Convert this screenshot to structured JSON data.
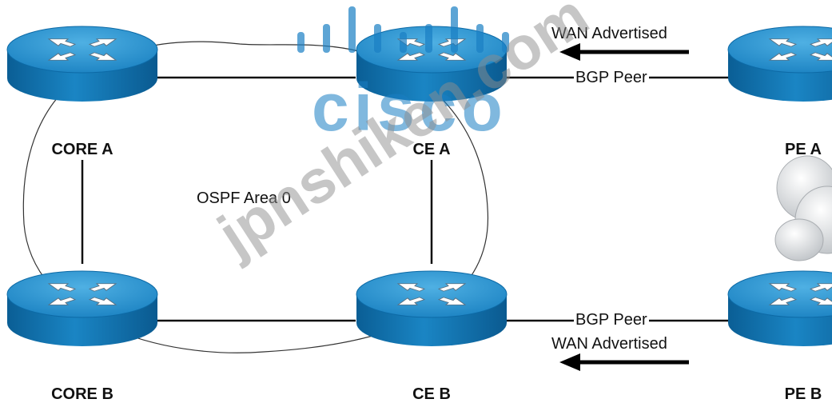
{
  "nodes": {
    "core_a": {
      "label": "CORE A"
    },
    "core_b": {
      "label": "CORE B"
    },
    "ce_a": {
      "label": "CE A"
    },
    "ce_b": {
      "label": "CE B"
    },
    "pe_a": {
      "label": "PE A"
    },
    "pe_b": {
      "label": "PE B"
    }
  },
  "area": {
    "label": "OSPF Area 0"
  },
  "links": {
    "bgp_top": "BGP Peer",
    "bgp_bottom": "BGP Peer",
    "wan_top": "WAN Advertised",
    "wan_bottom": "WAN Advertised"
  },
  "watermark": {
    "brand": "cisco",
    "site": "jpnshiken.com"
  },
  "colors": {
    "router_top": "#2d8fc8",
    "router_side": "#0b6aa5",
    "line": "#111111",
    "watermark_blue": "#1a7fc4",
    "watermark_gray": "#9a9a9a"
  }
}
